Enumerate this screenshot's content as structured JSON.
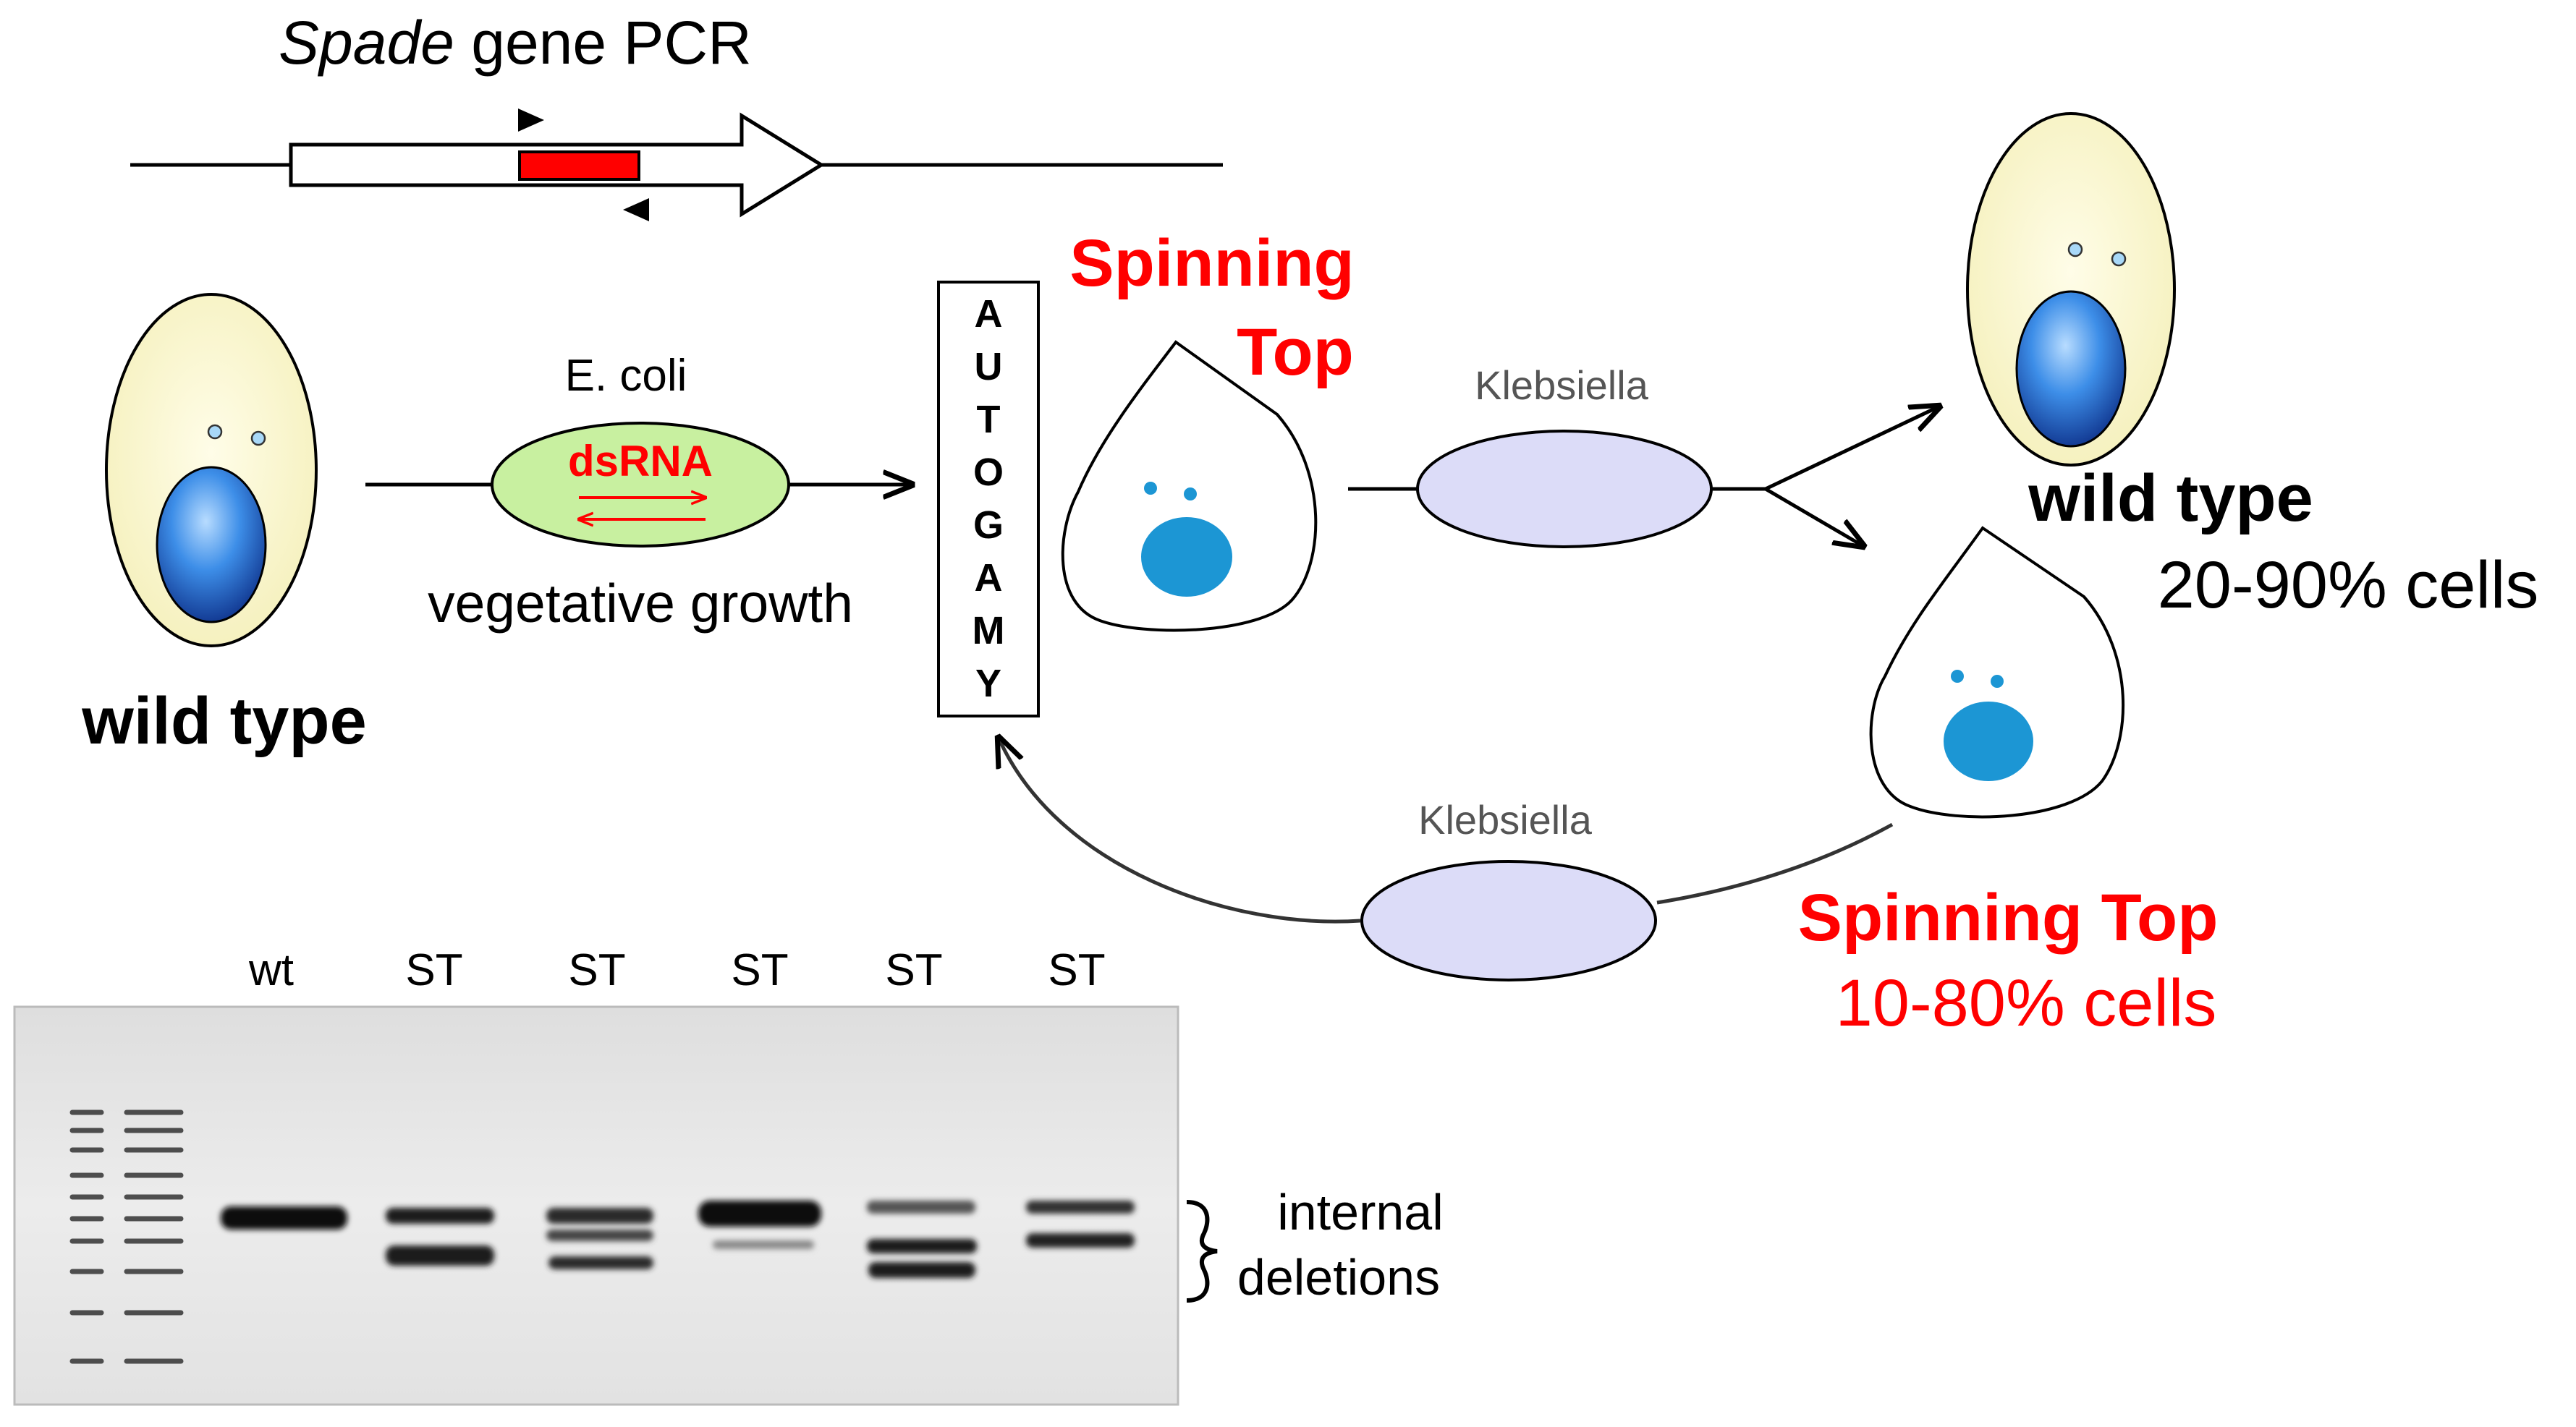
{
  "pcr": {
    "title_italic": "Spade",
    "title_rest": " gene PCR"
  },
  "left": {
    "label": "wild type"
  },
  "feeding": {
    "organism": "E. coli",
    "rna": "dsRNA",
    "growth": "vegetative growth"
  },
  "autogamy": {
    "letters": [
      "A",
      "U",
      "T",
      "O",
      "G",
      "A",
      "M",
      "Y"
    ]
  },
  "st_top": {
    "line1": "Spinning",
    "line2": "Top"
  },
  "klebsiella_top": "Klebsiella",
  "klebsiella_bottom": "Klebsiella",
  "right": {
    "label": "wild type",
    "percent": "20-90% cells"
  },
  "st_bottom": {
    "label": "Spinning Top",
    "percent": "10-80% cells"
  },
  "gel": {
    "lanes": [
      "wt",
      "ST",
      "ST",
      "ST",
      "ST",
      "ST"
    ],
    "annotation_line1": "internal",
    "annotation_line2": "deletions"
  },
  "colors": {
    "red": "#ff0000",
    "cell_fill": "#fbf7c8",
    "nucleus_blue": "#2a82d4",
    "ecoli_green": "#c8f0a0",
    "klebsiella_lavender": "#dcdcf8",
    "gel_background": "#e8e8e8"
  }
}
